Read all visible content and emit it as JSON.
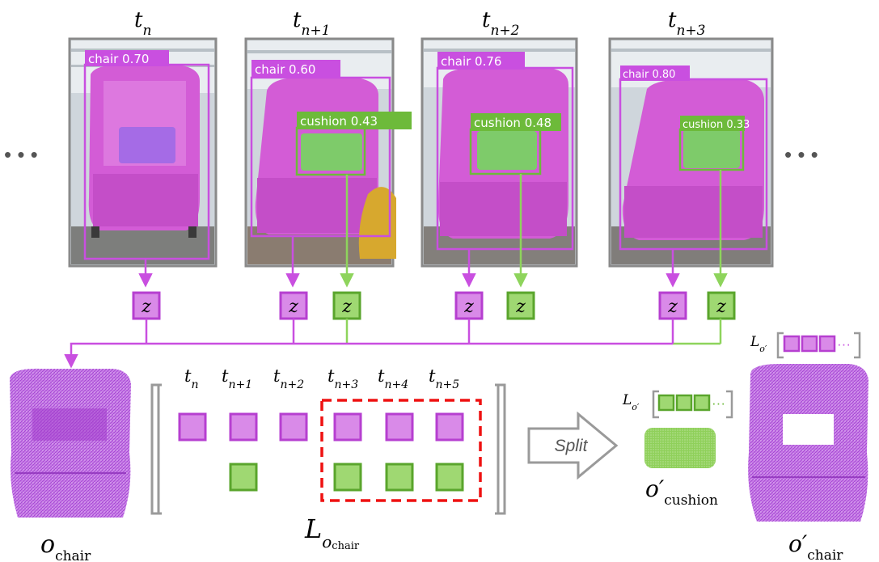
{
  "frames": [
    {
      "label": "t",
      "sub": "n",
      "detections": [
        {
          "label": "chair 0.70",
          "class": "chair"
        }
      ]
    },
    {
      "label": "t",
      "sub": "n+1",
      "detections": [
        {
          "label": "chair 0.60",
          "class": "chair"
        },
        {
          "label": "cushion 0.43",
          "class": "cushion"
        }
      ]
    },
    {
      "label": "t",
      "sub": "n+2",
      "detections": [
        {
          "label": "chair 0.76",
          "class": "chair"
        },
        {
          "label": "cushion 0.48",
          "class": "cushion"
        }
      ]
    },
    {
      "label": "t",
      "sub": "n+3",
      "detections": [
        {
          "label": "chair 0.80",
          "class": "chair"
        },
        {
          "label": "cushion 0.33",
          "class": "cushion"
        }
      ]
    }
  ],
  "latent_symbol": "z",
  "ellipsis": "• • •",
  "list_columns": [
    {
      "label": "t",
      "sub": "n",
      "chair": true,
      "cushion": false
    },
    {
      "label": "t",
      "sub": "n+1",
      "chair": true,
      "cushion": true
    },
    {
      "label": "t",
      "sub": "n+2",
      "chair": true,
      "cushion": false
    },
    {
      "label": "t",
      "sub": "n+3",
      "chair": true,
      "cushion": true
    },
    {
      "label": "t",
      "sub": "n+4",
      "chair": true,
      "cushion": true
    },
    {
      "label": "t",
      "sub": "n+5",
      "chair": true,
      "cushion": true
    }
  ],
  "list_label": {
    "main": "L",
    "sub": "o",
    "subsub": "chair"
  },
  "split_label": "Split",
  "obj_chair_label": {
    "main": "o",
    "sub": "chair"
  },
  "obj_cushion_new_label": {
    "main": "o′",
    "sub": "cushion"
  },
  "obj_chair_new_label": {
    "main": "o′",
    "sub": "chair"
  },
  "small_list_label": {
    "main": "L",
    "sub": "o′"
  },
  "small_list_ellipsis": "···",
  "colors": {
    "chair": "#c94fe0",
    "chair_fill": "#d98ae8",
    "cushion": "#6dba3a",
    "cushion_fill": "#9fd872",
    "cushion_line": "#8ed45c",
    "highlight": "#ee1111",
    "frame_border": "#8a8a8a",
    "bracket": "#9a9a9a",
    "pointcloud": "#a93ed6"
  }
}
